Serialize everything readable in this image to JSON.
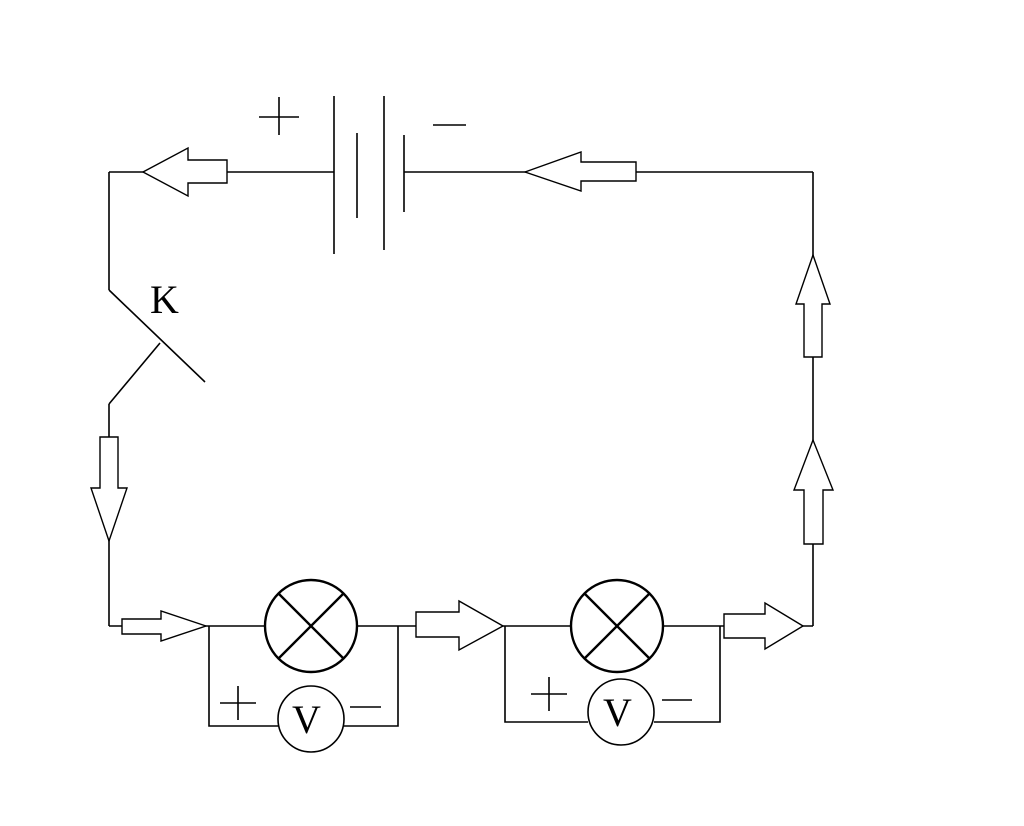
{
  "colors": {
    "ink": "#000000",
    "background": "#ffffff"
  },
  "battery": {
    "plus_label": "+",
    "minus_label": "−"
  },
  "switch": {
    "label": "K"
  },
  "voltmeter_1": {
    "label": "V",
    "plus_label": "+",
    "minus_label": "−"
  },
  "voltmeter_2": {
    "label": "V",
    "plus_label": "+",
    "minus_label": "−"
  },
  "lamps": [
    {
      "symbol": "lamp"
    },
    {
      "symbol": "lamp"
    }
  ],
  "current_arrows": [
    {
      "direction": "left"
    },
    {
      "direction": "left"
    },
    {
      "direction": "down"
    },
    {
      "direction": "right"
    },
    {
      "direction": "right"
    },
    {
      "direction": "right"
    },
    {
      "direction": "up"
    },
    {
      "direction": "up"
    }
  ]
}
